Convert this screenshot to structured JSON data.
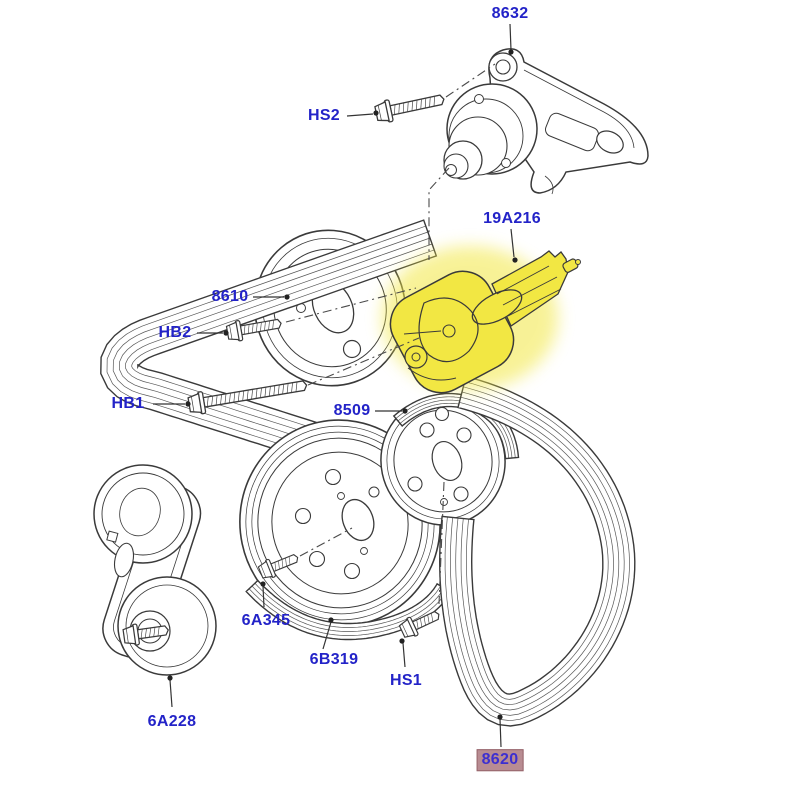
{
  "diagram": {
    "type": "exploded-parts-diagram",
    "subject": "engine-belt-drive-assembly",
    "colors": {
      "background": "#ffffff",
      "label": "#2323c8",
      "line": "#3a3a3a",
      "highlight": "#f2e743",
      "selected_bg": "#b88c92",
      "selected_border": "#96646b",
      "selected_text": "#3d2fd0"
    },
    "labels": [
      {
        "text": "8632",
        "highlighted": false
      },
      {
        "text": "HS2",
        "highlighted": false
      },
      {
        "text": "19A216",
        "highlighted": false
      },
      {
        "text": "8610",
        "highlighted": false
      },
      {
        "text": "HB2",
        "highlighted": false
      },
      {
        "text": "HB1",
        "highlighted": false
      },
      {
        "text": "8509",
        "highlighted": false
      },
      {
        "text": "6A345",
        "highlighted": false
      },
      {
        "text": "6B319",
        "highlighted": false
      },
      {
        "text": "HS1",
        "highlighted": false
      },
      {
        "text": "6A228",
        "highlighted": false
      },
      {
        "text": "8620",
        "highlighted": true
      }
    ]
  }
}
